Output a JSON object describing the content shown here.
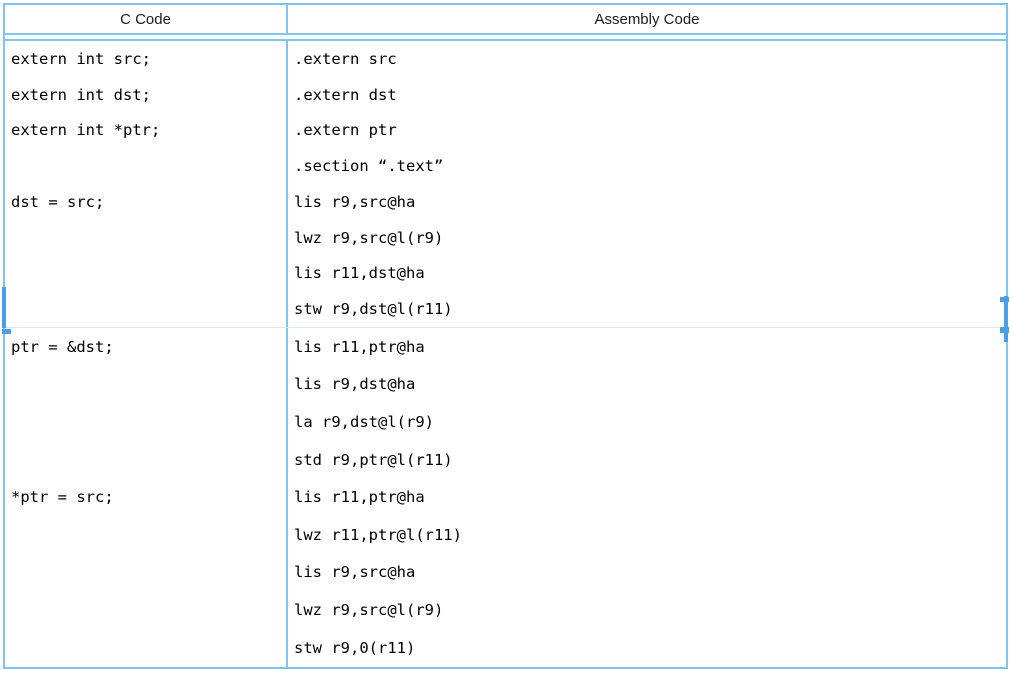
{
  "header": {
    "c_label": "C Code",
    "asm_label": "Assembly Code"
  },
  "sections": [
    {
      "c_lines": [
        "extern int src;",
        "extern int dst;",
        "extern int *ptr;",
        "",
        "dst = src;",
        "",
        "",
        ""
      ],
      "asm_lines": [
        ".extern src",
        ".extern dst",
        ".extern ptr",
        ".section “.text”",
        "lis r9,src@ha",
        "lwz r9,src@l(r9)",
        "lis r11,dst@ha",
        "stw r9,dst@l(r11)"
      ]
    },
    {
      "c_lines": [
        "ptr = &dst;",
        "",
        "",
        "",
        "*ptr = src;",
        "",
        "",
        "",
        ""
      ],
      "asm_lines": [
        "lis r11,ptr@ha",
        "lis r9,dst@ha",
        "la r9,dst@l(r9)",
        "std r9,ptr@l(r11)",
        "lis r11,ptr@ha",
        "lwz r11,ptr@l(r11)",
        "lis r9,src@ha",
        "lwz r9,src@l(r9)",
        "stw r9,0(r11)"
      ]
    }
  ],
  "colors": {
    "border": "#7fc4f3",
    "accent": "#4a9fe8",
    "row_divider": "#dce9f3"
  }
}
